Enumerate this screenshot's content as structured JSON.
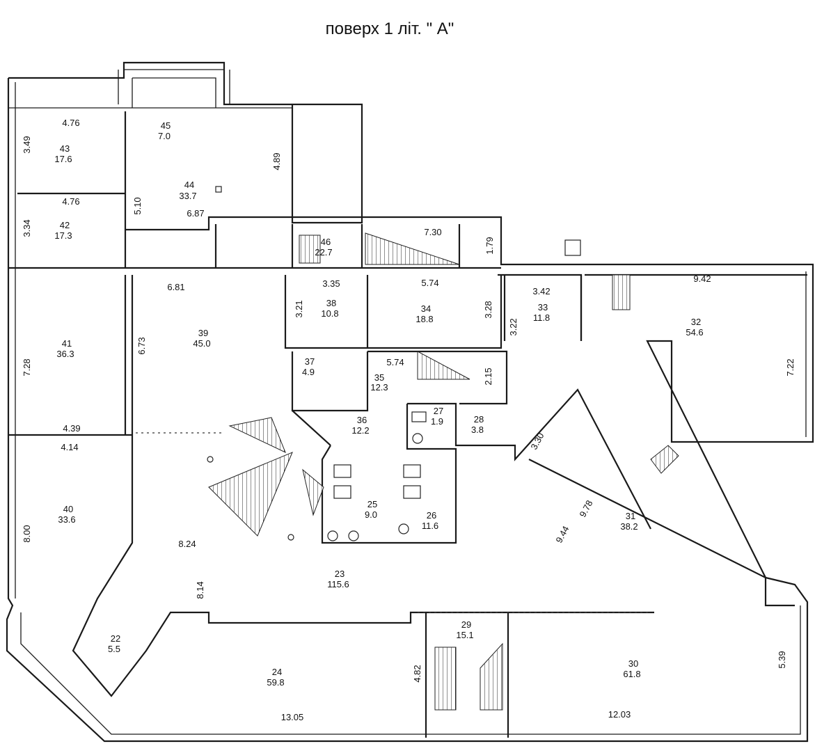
{
  "title": "поверх 1 літ.  \" А\"",
  "rooms": [
    {
      "id": "45",
      "area": "7.0"
    },
    {
      "id": "43",
      "area": "17.6"
    },
    {
      "id": "42",
      "area": "17.3"
    },
    {
      "id": "44",
      "area": "33.7"
    },
    {
      "id": "46",
      "area": "22.7"
    },
    {
      "id": "41",
      "area": "36.3"
    },
    {
      "id": "39",
      "area": "45.0"
    },
    {
      "id": "38",
      "area": "10.8"
    },
    {
      "id": "34",
      "area": "18.8"
    },
    {
      "id": "33",
      "area": "11.8"
    },
    {
      "id": "32",
      "area": "54.6"
    },
    {
      "id": "37",
      "area": "4.9"
    },
    {
      "id": "35",
      "area": "12.3"
    },
    {
      "id": "36",
      "area": "12.2"
    },
    {
      "id": "27",
      "area": "1.9"
    },
    {
      "id": "28",
      "area": "3.8"
    },
    {
      "id": "40",
      "area": "33.6"
    },
    {
      "id": "25",
      "area": "9.0"
    },
    {
      "id": "26",
      "area": "11.6"
    },
    {
      "id": "31",
      "area": "38.2"
    },
    {
      "id": "23",
      "area": "115.6"
    },
    {
      "id": "22",
      "area": "5.5"
    },
    {
      "id": "24",
      "area": "59.8"
    },
    {
      "id": "29",
      "area": "15.1"
    },
    {
      "id": "30",
      "area": "61.8"
    }
  ],
  "dimensions": [
    "4.76",
    "3.49",
    "4.89",
    "4.76",
    "5.10",
    "3.34",
    "6.87",
    "7.30",
    "1.79",
    "6.81",
    "3.35",
    "5.74",
    "3.42",
    "9.42",
    "3.21",
    "3.28",
    "3.22",
    "7.28",
    "6.73",
    "5.74",
    "2.15",
    "7.22",
    "4.39",
    "4.14",
    "3.30",
    "9.78",
    "9.44",
    "8.00",
    "8.24",
    "8.14",
    "4.82",
    "5.39",
    "13.05",
    "12.03"
  ]
}
